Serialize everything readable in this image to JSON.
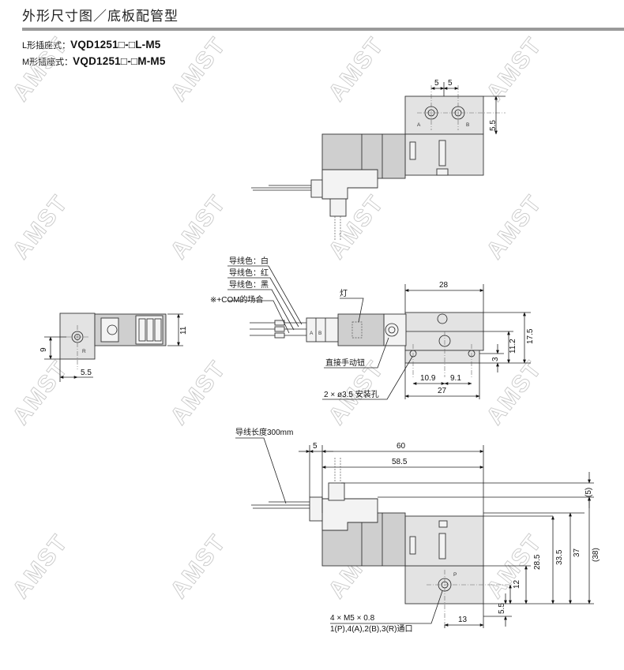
{
  "header": {
    "title": "外形尺寸图／底板配管型",
    "models": [
      {
        "prefix": "L形插座式：",
        "code": "VQD1251□-□L-M5"
      },
      {
        "prefix": "M形插座式：",
        "code": "VQD1251□-□M-M5"
      }
    ]
  },
  "watermark": {
    "text": "AMST",
    "color": "#c9c9c9"
  },
  "top_view": {
    "port_labels": {
      "a": "A",
      "b": "B"
    },
    "dims": {
      "pitch_left": "5",
      "pitch_right": "5",
      "offset": "5.5"
    }
  },
  "side_view": {
    "leads": {
      "white": "导线色：白",
      "red": "导线色：红",
      "black": "导线色：黑",
      "com_note": "※+COM的场合"
    },
    "lamp_label": "灯",
    "manual_label": "直接手动钮",
    "mount_label": "2 × ø3.5 安装孔",
    "connector_letters": {
      "a": "A",
      "b": "B"
    },
    "dims": {
      "width_top": "28",
      "height_total": "17.5",
      "height_mid": "11.2",
      "hole_offset": "3",
      "hole_left": "10.9",
      "hole_right": "9.1",
      "base_width": "27"
    }
  },
  "end_view": {
    "port_label": "R",
    "dims": {
      "height": "11",
      "hole_height": "9",
      "hole_x": "5.5"
    }
  },
  "front_view": {
    "lead_label": "导线长度300mm",
    "port_label": "P",
    "port_note_1": "4 × M5 × 0.8",
    "port_note_2": "1(P),4(A),2(B),3(R)通口",
    "dims": {
      "conn_offset": "5",
      "overall": "60",
      "body": "58.5",
      "paren_5": "(5)",
      "h_28_5": "28.5",
      "h_33_5": "33.5",
      "h_37": "37",
      "paren_38": "(38)",
      "port_h": "12",
      "port_bottom": "5.5",
      "port_x": "13"
    }
  },
  "colors": {
    "body_light": "#e3e3e3",
    "body_dark": "#cfcfcf",
    "title_rule": "#9a9a9a"
  }
}
